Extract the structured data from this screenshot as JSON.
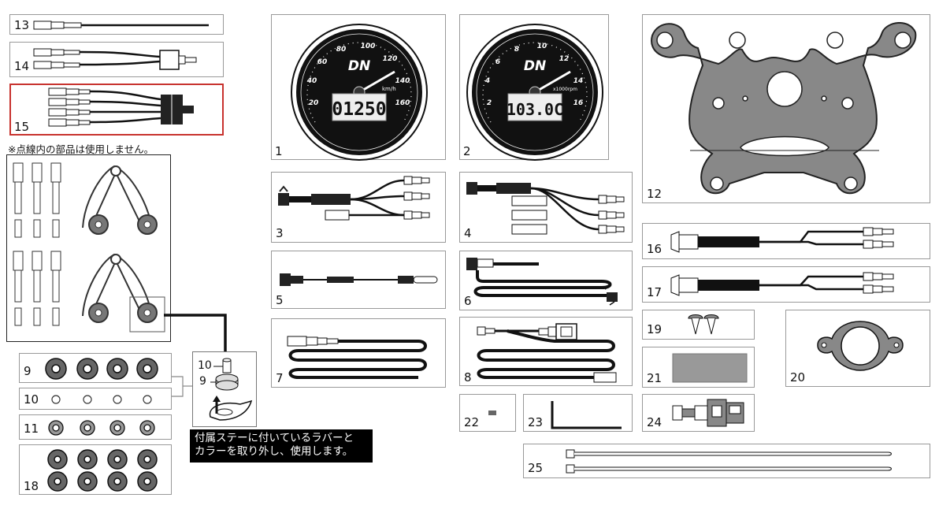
{
  "note_unused": "※点線内の部品は使用しません。",
  "instruction": {
    "line1": "付属ステーに付いているラバーと",
    "line2": "カラーを取り外し、使用します。"
  },
  "inset_labels": {
    "washer": "10",
    "rubber": "9"
  },
  "gauges": {
    "speed": {
      "lcd": "01250",
      "brand": "DN",
      "unit": "km/h",
      "ticks": [
        "20",
        "40",
        "60",
        "80",
        "100",
        "120",
        "140",
        "160"
      ]
    },
    "tach": {
      "lcd": "103.0C",
      "brand": "DN",
      "unit": "x1000rpm",
      "ticks": [
        "2",
        "4",
        "6",
        "8",
        "10",
        "12",
        "14",
        "16"
      ]
    }
  },
  "parts": [
    {
      "id": "p1",
      "number": "1"
    },
    {
      "id": "p2",
      "number": "2"
    },
    {
      "id": "p3",
      "number": "3"
    },
    {
      "id": "p4",
      "number": "4"
    },
    {
      "id": "p5",
      "number": "5"
    },
    {
      "id": "p6",
      "number": "6"
    },
    {
      "id": "p7",
      "number": "7"
    },
    {
      "id": "p8",
      "number": "8"
    },
    {
      "id": "p9",
      "number": "9"
    },
    {
      "id": "p10",
      "number": "10"
    },
    {
      "id": "p11",
      "number": "11"
    },
    {
      "id": "p12",
      "number": "12"
    },
    {
      "id": "p13",
      "number": "13"
    },
    {
      "id": "p14",
      "number": "14"
    },
    {
      "id": "p15",
      "number": "15"
    },
    {
      "id": "p16",
      "number": "16"
    },
    {
      "id": "p17",
      "number": "17"
    },
    {
      "id": "p18",
      "number": "18"
    },
    {
      "id": "p19",
      "number": "19"
    },
    {
      "id": "p20",
      "number": "20"
    },
    {
      "id": "p21",
      "number": "21"
    },
    {
      "id": "p22",
      "number": "22"
    },
    {
      "id": "p23",
      "number": "23"
    },
    {
      "id": "p24",
      "number": "24"
    },
    {
      "id": "p25",
      "number": "25"
    }
  ],
  "colors": {
    "highlight": "#c8322e",
    "bracket": "#7a7a7a",
    "ink": "#111111"
  }
}
